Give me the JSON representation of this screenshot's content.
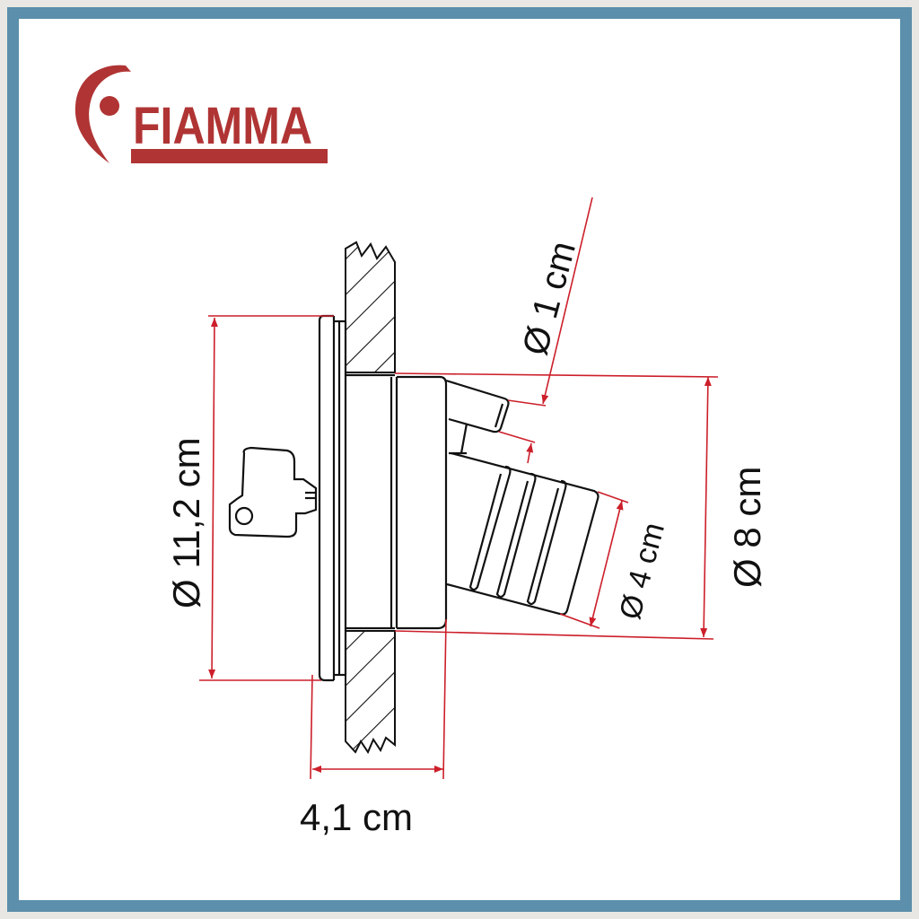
{
  "brand": {
    "name": "FIAMMA",
    "color": "#b03434"
  },
  "frame": {
    "outer_color": "#e9e7e3",
    "border_color": "#5b8fab",
    "inner_color": "#ffffff"
  },
  "drawing": {
    "line_color": "#111111",
    "dimension_color": "#cc1f2a",
    "components": [
      "wall-section-hatched",
      "outer-flange",
      "body-cylinder",
      "small-spout",
      "ribbed-hose-connector",
      "key"
    ]
  },
  "dimensions": {
    "flange_diameter": "Ø 11,2 cm",
    "body_diameter": "Ø 8 cm",
    "hose_diameter": "Ø 4 cm",
    "vent_diameter": "Ø 1 cm",
    "depth": "4,1 cm"
  }
}
